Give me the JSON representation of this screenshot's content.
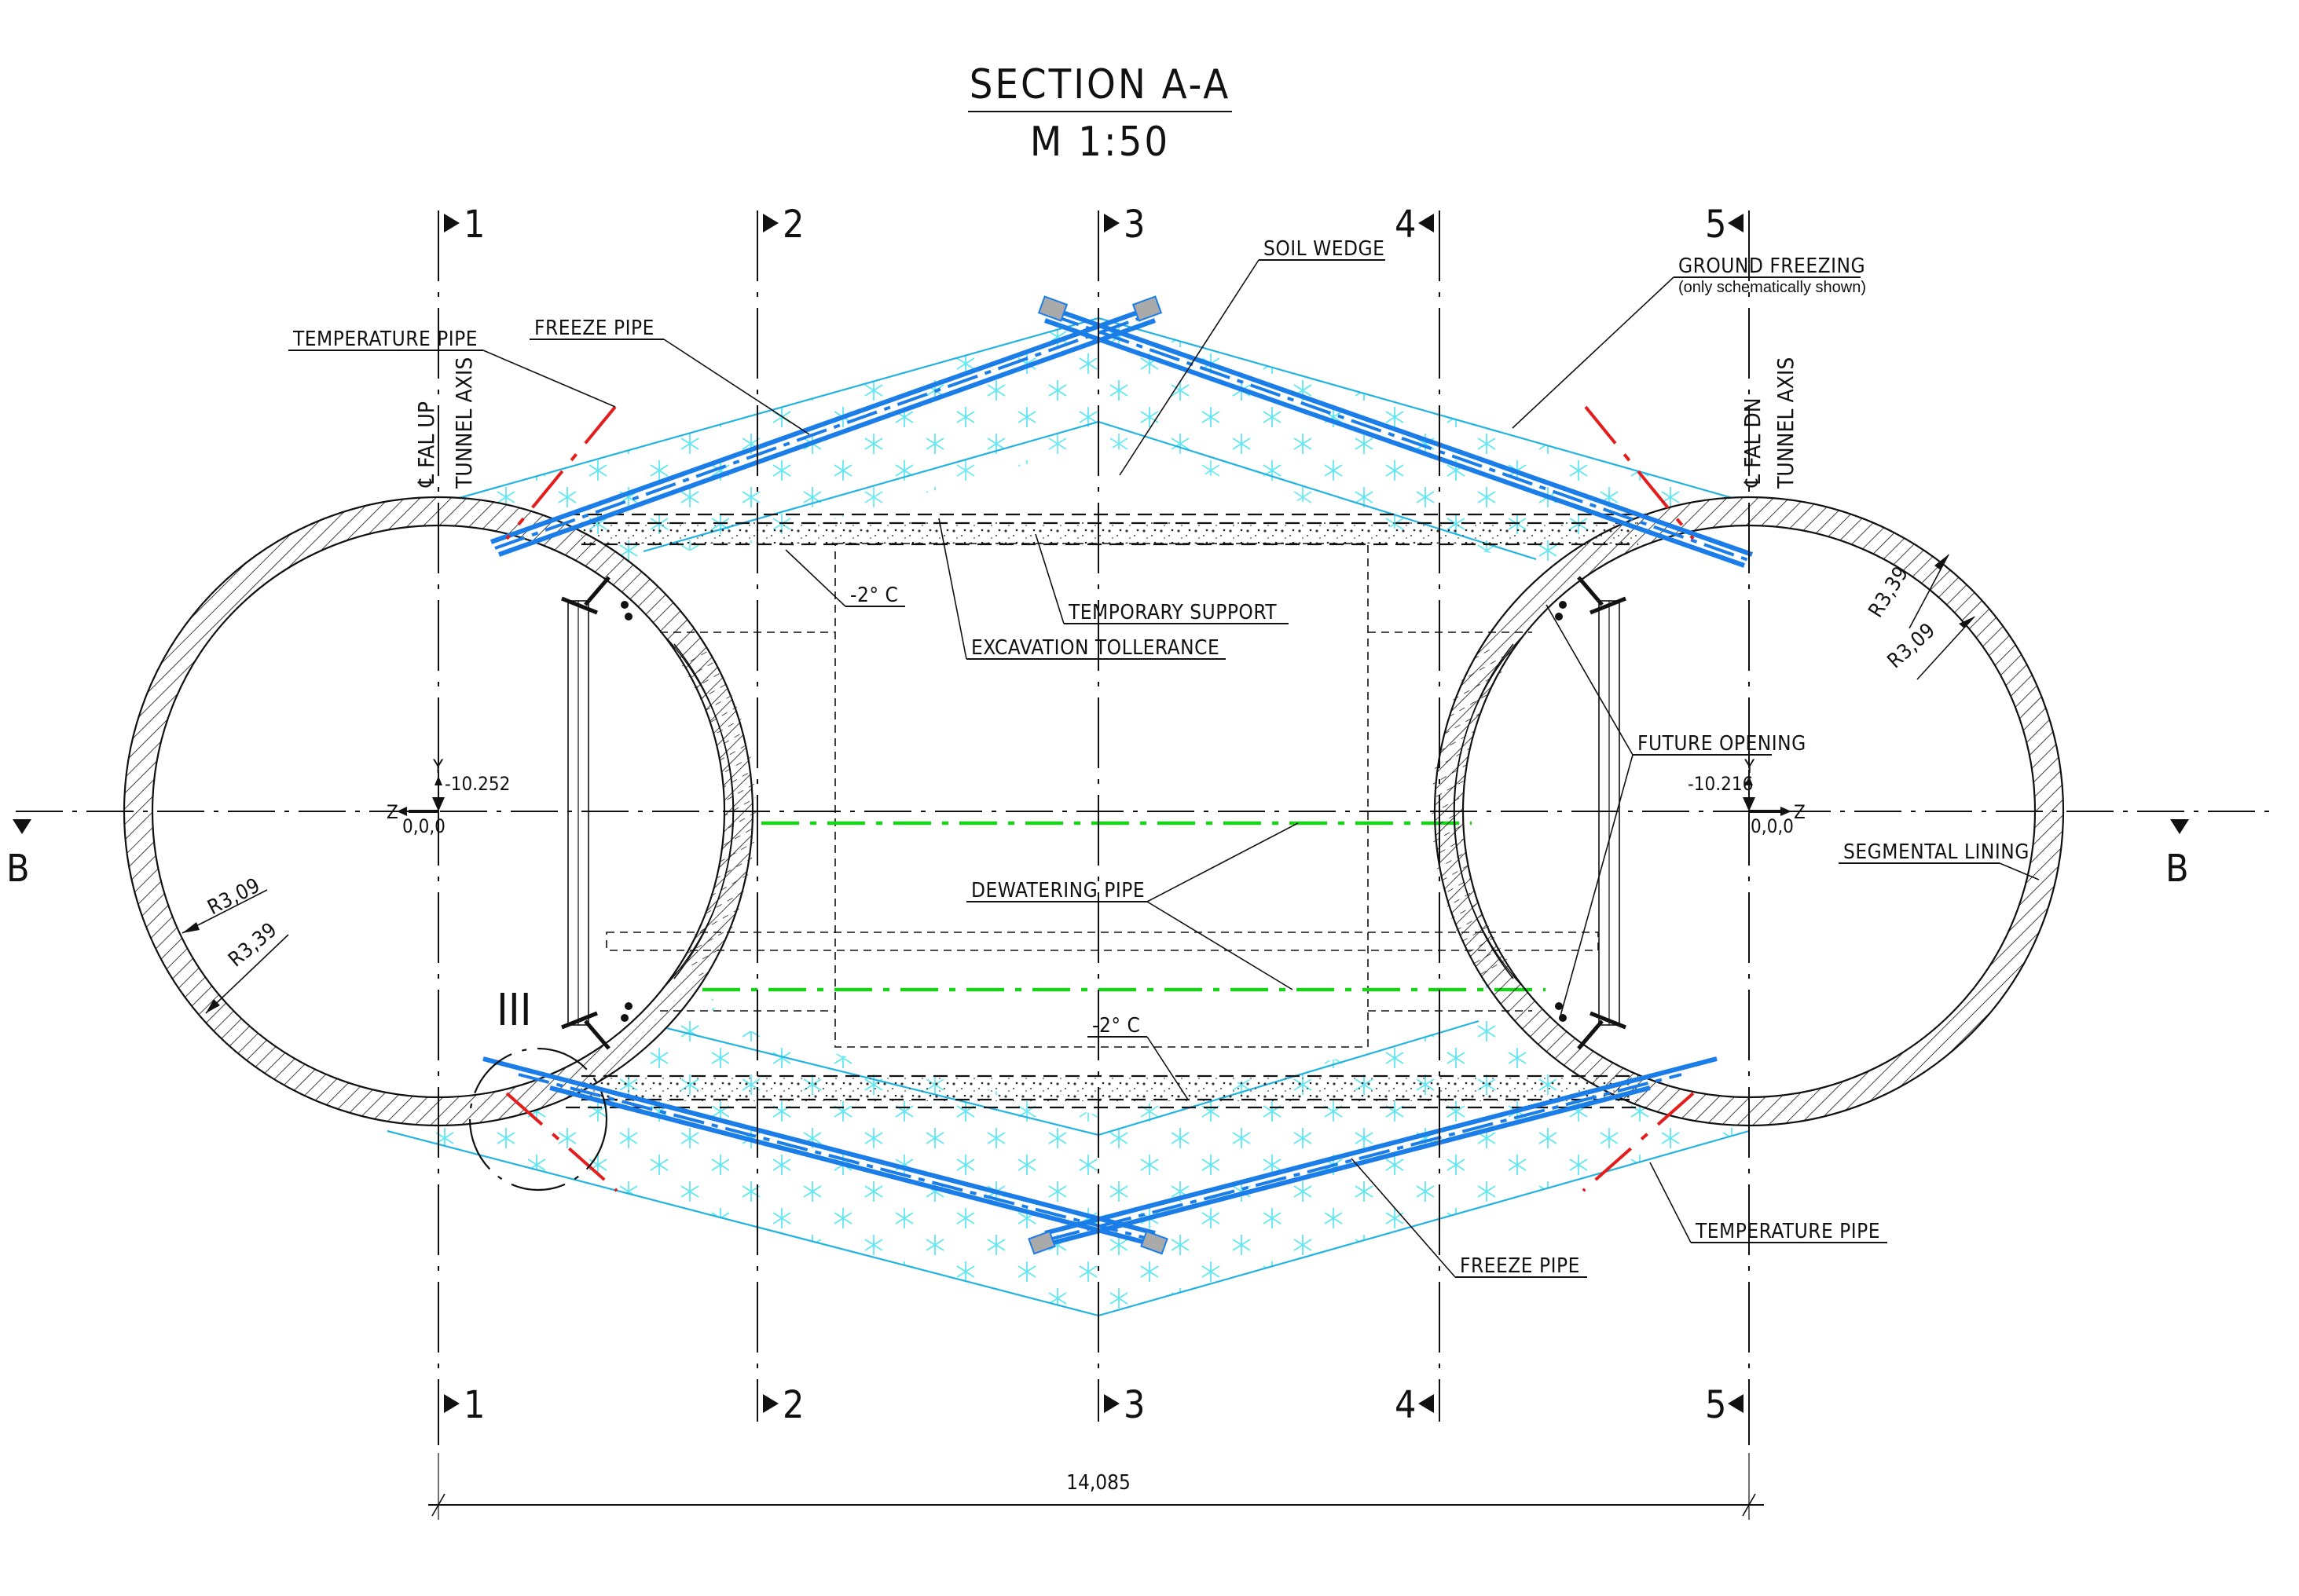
{
  "title": {
    "section": "SECTION A-A",
    "scale": "M 1:50"
  },
  "section_markers": {
    "top": [
      "1",
      "2",
      "3",
      "4",
      "5"
    ],
    "bottom": [
      "1",
      "2",
      "3",
      "4",
      "5"
    ]
  },
  "section_b": {
    "left": "B",
    "right": "B"
  },
  "tunnel_left": {
    "axis_label_line1": "℄ FAL UP",
    "axis_label_line2": "TUNNEL AXIS",
    "elevation": "-10.252",
    "origin": "0,0,0",
    "y_axis": "Y",
    "z_axis": "Z",
    "inner_radius": "R3,09",
    "outer_radius": "R3,39",
    "detail_marker": "III"
  },
  "tunnel_right": {
    "axis_label_line1": "℄ FAL DN",
    "axis_label_line2": "TUNNEL AXIS",
    "elevation": "-10.216",
    "origin": "0,0,0",
    "y_axis": "Y",
    "z_axis": "Z",
    "inner_radius": "R3,09",
    "outer_radius": "R3,39"
  },
  "labels": {
    "temperature_pipe_top": "TEMPERATURE PIPE",
    "freeze_pipe_top": "FREEZE PIPE",
    "soil_wedge": "SOIL WEDGE",
    "ground_freezing": "GROUND FREEZING",
    "ground_freezing_note": "(only schematically shown)",
    "temp_top": "-2° C",
    "temporary_support": "TEMPORARY SUPPORT",
    "excavation_tolerance": "EXCAVATION TOLLERANCE",
    "future_opening": "FUTURE OPENING",
    "segmental_lining": "SEGMENTAL LINING",
    "dewatering_pipe": "DEWATERING PIPE",
    "temp_bottom": "-2° C",
    "temperature_pipe_bottom": "TEMPERATURE PIPE",
    "freeze_pipe_bottom": "FREEZE PIPE"
  },
  "dimensions": {
    "overall_width": "14,085"
  },
  "colors": {
    "freeze_zone": "#22b3e0",
    "freeze_snowflake": "#5fe8f0",
    "freeze_pipe": "#1a7de8",
    "temperature_pipe": "#e51c1c",
    "dewatering_pipe": "#19d219",
    "line": "#111111"
  }
}
